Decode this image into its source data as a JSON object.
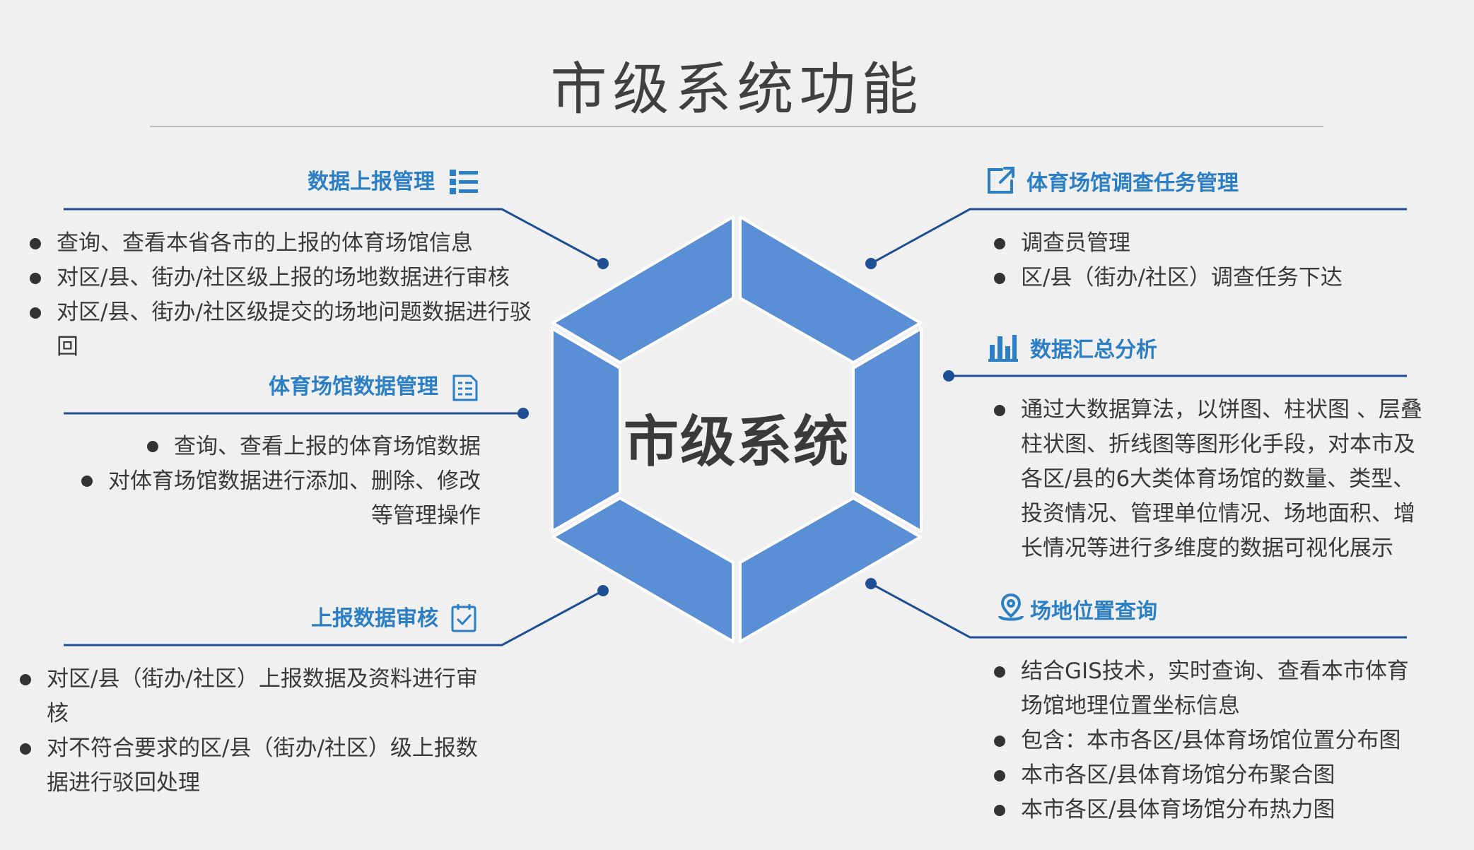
{
  "title": "市级系统功能",
  "center": {
    "label": "市级系统"
  },
  "colors": {
    "accent": "#2c7fc4",
    "hexagon": "#5a8fd6",
    "connector": "#1f4e94"
  },
  "sections": {
    "report_mgmt": {
      "title": "数据上报管理",
      "icon": "list-icon",
      "bullets": [
        "查询、查看本省各市的上报的体育场馆信息",
        "对区/县、街办/社区级上报的场地数据进行审核",
        "对区/县、街办/社区级提交的场地问题数据进行驳",
        "回"
      ]
    },
    "venue_data_mgmt": {
      "title": "体育场馆数据管理",
      "icon": "document-icon",
      "bullets": [
        "查询、查看上报的体育场馆数据",
        "对体育场馆数据进行添加、删除、修改",
        "等管理操作"
      ]
    },
    "report_review": {
      "title": "上报数据审核",
      "icon": "clipboard-check-icon",
      "bullets": [
        "对区/县（街办/社区）上报数据及资料进行审",
        "核",
        "对不符合要求的区/县（街办/社区）级上报数",
        "据进行驳回处理"
      ]
    },
    "survey_task_mgmt": {
      "title": "体育场馆调查任务管理",
      "icon": "share-icon",
      "bullets": [
        "调查员管理",
        "区/县（街办/社区）调查任务下达"
      ]
    },
    "data_analysis": {
      "title": "数据汇总分析",
      "icon": "bar-chart-icon",
      "bullets": [
        "通过大数据算法，以饼图、柱状图 、层叠",
        "柱状图、折线图等图形化手段，对本市及",
        "各区/县的6大类体育场馆的数量、类型、",
        "投资情况、管理单位情况、场地面积、增",
        "长情况等进行多维度的数据可视化展示"
      ]
    },
    "location_query": {
      "title": "场地位置查询",
      "icon": "location-pin-icon",
      "bullets": [
        "结合GIS技术，实时查询、查看本市体育",
        "场馆地理位置坐标信息",
        "包含：本市各区/县体育场馆位置分布图",
        "本市各区/县体育场馆分布聚合图",
        "本市各区/县体育场馆分布热力图"
      ]
    }
  }
}
